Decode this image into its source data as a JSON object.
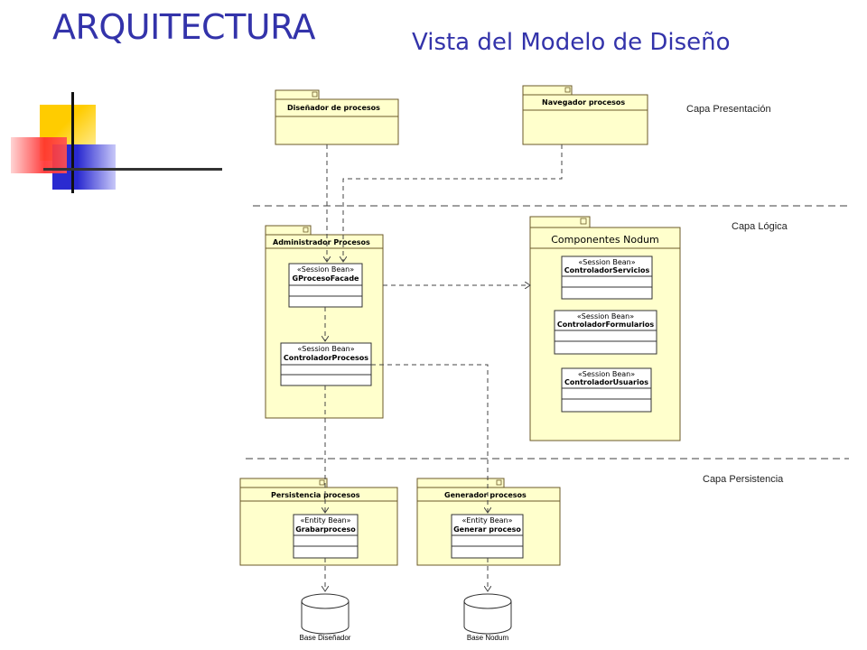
{
  "header": {
    "title": "ARQUITECTURA",
    "subtitle": "Vista del Modelo de Diseño"
  },
  "colors": {
    "title": "#3333aa",
    "package_fill": "#ffffcc",
    "package_stroke": "#6b5a2a",
    "deco_yellow": "#ffcc00",
    "deco_red": "#ff3333",
    "deco_blue": "#3333cc"
  },
  "layers": {
    "presentation": "Capa Presentación",
    "logic": "Capa Lógica",
    "persistence": "Capa Persistencia"
  },
  "packages": {
    "disenador": {
      "label": "Diseñador de procesos"
    },
    "navegador": {
      "label": "Navegador procesos"
    },
    "administrador": {
      "label": "Administrador Procesos"
    },
    "componentes": {
      "label": "Componentes Nodum"
    },
    "persistencia": {
      "label": "Persistencia procesos"
    },
    "generador": {
      "label": "Generador procesos"
    }
  },
  "classes": {
    "gproceso": {
      "stereotype": "«Session Bean»",
      "name": "GProcesoFacade"
    },
    "controladorProcesos": {
      "stereotype": "«Session Bean»",
      "name": "ControladorProcesos"
    },
    "controladorServicios": {
      "stereotype": "«Session Bean»",
      "name": "ControladorServicios"
    },
    "controladorFormularios": {
      "stereotype": "«Session Bean»",
      "name": "ControladorFormularios"
    },
    "controladorUsuarios": {
      "stereotype": "«Session Bean»",
      "name": "ControladorUsuarios"
    },
    "grabarproceso": {
      "stereotype": "«Entity Bean»",
      "name": "Grabarproceso"
    },
    "generarProceso": {
      "stereotype": "«Entity Bean»",
      "name": "Generar proceso"
    }
  },
  "databases": {
    "disenador": "Base Diseñador",
    "nodum": "Base Nodum"
  }
}
